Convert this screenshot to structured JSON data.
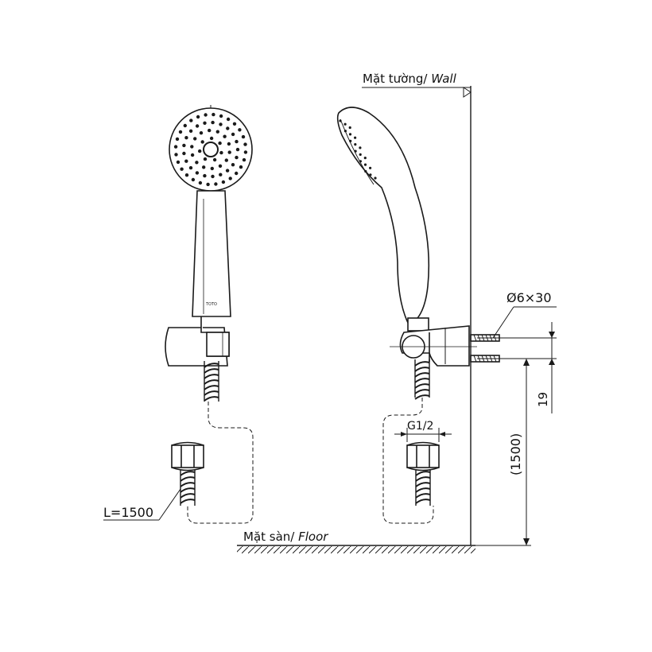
{
  "labels": {
    "wall": "Mặt tường/ ",
    "wall_en": "Wall",
    "floor": "Mặt sàn/ ",
    "floor_en": "Floor",
    "hose_length": "L=1500",
    "screw": "Ø6×30",
    "thread": "G1/2",
    "dim_19": "19",
    "dim_1500": "(1500)"
  },
  "brand_mark": "TOTO",
  "colors": {
    "line": "#1a1a1a",
    "background": "#ffffff"
  }
}
